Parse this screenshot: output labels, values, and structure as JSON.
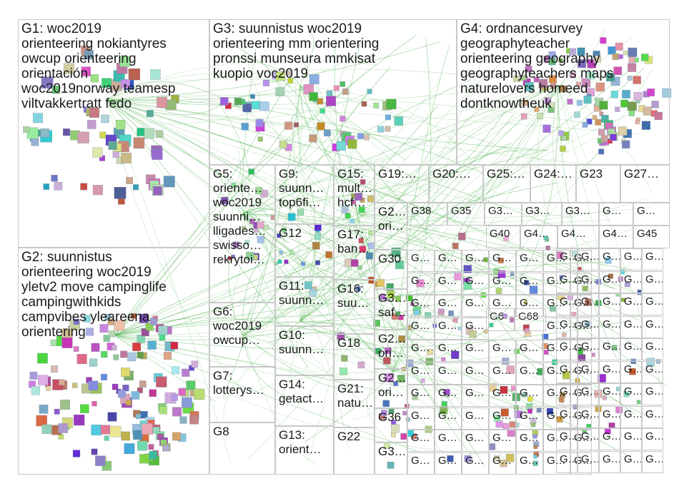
{
  "groups": [
    {
      "id": "G1",
      "label": "G1: woc2019\norienteering nokiantyres\nowcup orienteering\norientación\nwoc2019norway teamesp\nviltvakkertratt fedo"
    },
    {
      "id": "G2",
      "label": "G2: suunnistus\norienteering woc2019\nyletv2 move campinglife\ncampingwithkids\ncampvibes yleareena\norientering"
    },
    {
      "id": "G3",
      "label": "G3: suunnistus woc2019\norienteering mm orientering\npronssi munseura mmkisat\nkuopio voc2019"
    },
    {
      "id": "G4",
      "label": "G4: ordnancesurvey\ngeographyteacher\norienteering geography\ngeographyteachers maps\nnaturelovers homeed\ndontknowtheuk"
    },
    {
      "id": "G5",
      "label": "G5:\noriente…\nwoc2019\nsuunni…\nlligades…\nswisso…\nrekrytoi…"
    },
    {
      "id": "G6",
      "label": "G6:\nwoc2019\nowcup…"
    },
    {
      "id": "G7",
      "label": "G7:\nlotterys…"
    },
    {
      "id": "G8",
      "label": "G8"
    },
    {
      "id": "G9",
      "label": "G9:\nsuunn…\ntop6fi…"
    },
    {
      "id": "G12",
      "label": "G12"
    },
    {
      "id": "G11",
      "label": "G11:\nsuunn…"
    },
    {
      "id": "G10",
      "label": "G10:\nsuunn…"
    },
    {
      "id": "G14",
      "label": "G14:\ngetact…"
    },
    {
      "id": "G13",
      "label": "G13:\norient…"
    },
    {
      "id": "G15",
      "label": "G15:\nmult…\nhcf…"
    },
    {
      "id": "G17",
      "label": "G17:\nban…"
    },
    {
      "id": "G16",
      "label": "G16:\nsuu…"
    },
    {
      "id": "G18",
      "label": "G18"
    },
    {
      "id": "G21",
      "label": "G21:\nnatu…"
    },
    {
      "id": "G22",
      "label": "G22"
    },
    {
      "id": "G19",
      "label": "G19:…"
    },
    {
      "id": "G20",
      "label": "G20:…"
    },
    {
      "id": "G25",
      "label": "G25:…"
    },
    {
      "id": "G24",
      "label": "G24:…"
    },
    {
      "id": "G23",
      "label": "G23"
    },
    {
      "id": "G27",
      "label": "G27…"
    },
    {
      "id": "G2b",
      "label": "G2…\nori…"
    },
    {
      "id": "G38",
      "label": "G38"
    },
    {
      "id": "G35",
      "label": "G35"
    },
    {
      "id": "G3b",
      "label": "G3…"
    },
    {
      "id": "G3c",
      "label": "G3…"
    },
    {
      "id": "G3d",
      "label": "G3…"
    },
    {
      "id": "Gx1",
      "label": "G…"
    },
    {
      "id": "Gx2",
      "label": "G…"
    },
    {
      "id": "G30",
      "label": "G30"
    },
    {
      "id": "G3e",
      "label": "G3…\nsaf…"
    },
    {
      "id": "G2c",
      "label": "G2…\nori…"
    },
    {
      "id": "G2d",
      "label": "G2…\nori…"
    },
    {
      "id": "G36",
      "label": "G36"
    },
    {
      "id": "G3f",
      "label": "G3…"
    },
    {
      "id": "G40",
      "label": "G40"
    },
    {
      "id": "G4b",
      "label": "G4…"
    },
    {
      "id": "G4c",
      "label": "G4…"
    },
    {
      "id": "G4d",
      "label": "G4…"
    },
    {
      "id": "G45",
      "label": "G45"
    },
    {
      "id": "G6b",
      "label": "G6"
    },
    {
      "id": "G68",
      "label": "G68"
    }
  ],
  "small_cell_label": "G…",
  "colors": {
    "edge": "#3aa83a",
    "edge_light": "#8fd08f",
    "border": "#c8c8c8",
    "text": "#1a1a1a"
  },
  "icons": {
    "node_badge": "avatar-tile",
    "node_svt": "svt-logo",
    "node_aw": "aw-logo",
    "node_is": "is-logo"
  }
}
